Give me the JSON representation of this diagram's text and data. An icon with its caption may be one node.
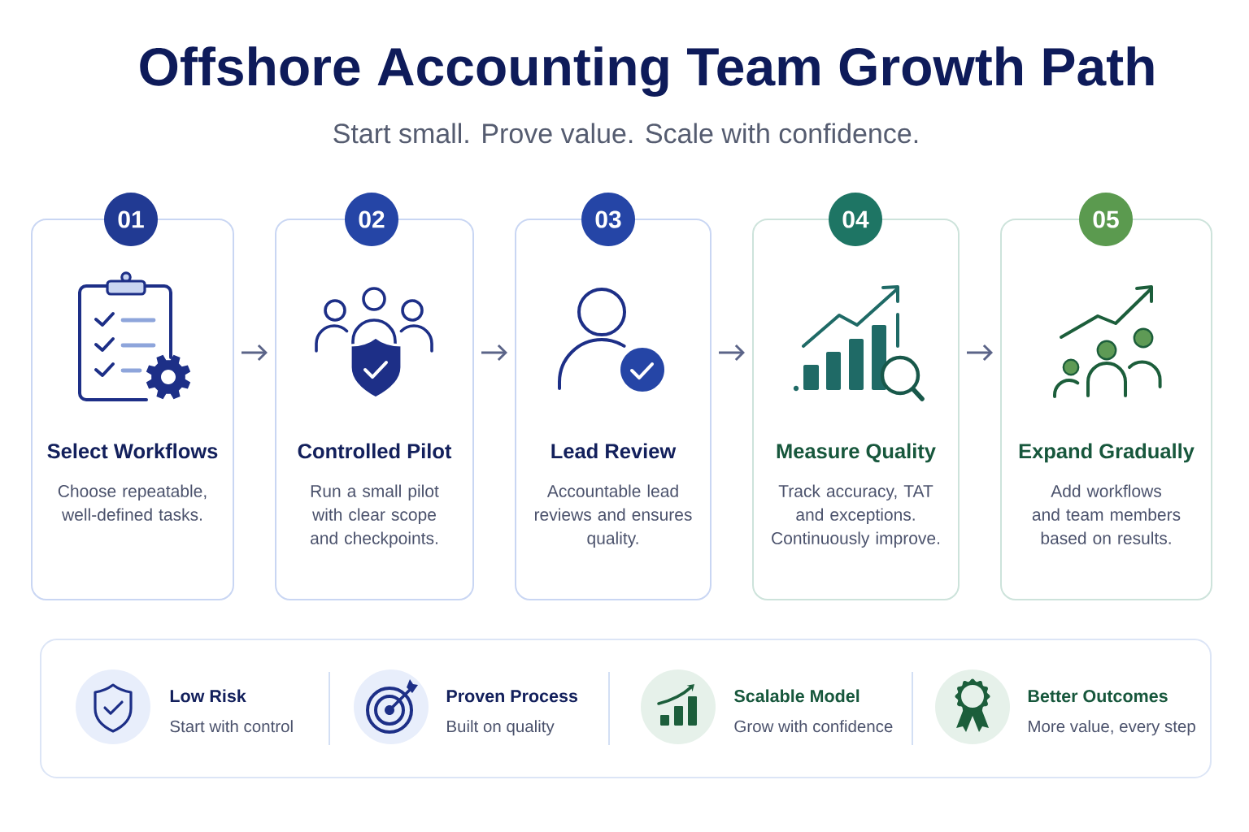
{
  "diagram": {
    "title": "Offshore Accounting Team Growth Path",
    "nodes": [
      {
        "text": [
          "01"
        ]
      },
      {
        "text": [
          "Select Workflows",
          "Choose repeatable, well-defined tasks."
        ]
      },
      {
        "text": [
          "02"
        ]
      },
      {
        "text": [
          "Controlled Pilot",
          "Run a small pilot with clear scope and checkpoints."
        ]
      },
      {
        "text": [
          "03"
        ]
      },
      {
        "text": [
          "Lead Review",
          "Accountable lead reviews and ensures quality."
        ]
      },
      {
        "text": [
          "04"
        ]
      },
      {
        "text": [
          "Measure Quality",
          "Track accuracy, TAT and exceptions. Continuously improve."
        ]
      },
      {
        "text": [
          "05"
        ]
      },
      {
        "text": [
          "Expand Gradually",
          "Add workflows and team members based on results."
        ]
      },
      {
        "text": [],
        "shape": "box"
      },
      {
        "text": [
          "Low Risk",
          "Start with control"
        ],
        "in": 10
      },
      {
        "text": [
          "Proven Process",
          "Built on quality"
        ],
        "in": 10
      },
      {
        "text": [
          "Scalable Model",
          "Grow with confidence"
        ],
        "in": 10
      },
      {
        "text": [
          "Better Outcomes",
          "More value, every step"
        ],
        "in": 10
      }
    ],
    "edges": [
      {
        "from": 1,
        "to": 3,
        "arrow": "to"
      },
      {
        "from": 3,
        "to": 5,
        "arrow": "to"
      },
      {
        "from": 5,
        "to": 7,
        "arrow": "to"
      },
      {
        "from": 7,
        "to": 9,
        "arrow": "to"
      }
    ],
    "labels": [
      "Start small. Prove value. Scale with confidence."
    ]
  }
}
